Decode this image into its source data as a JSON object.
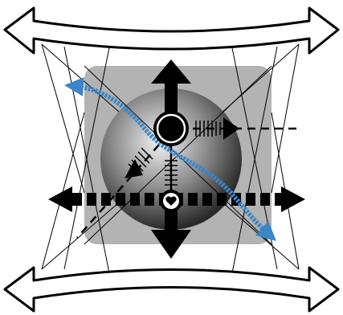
{
  "diagram": {
    "colors": {
      "background": "#ffffff",
      "square_fill": "#b3b3b3",
      "sphere_center": "#f2f2f2",
      "sphere_mid": "#8a8a8a",
      "sphere_edge": "#2a2a2a",
      "ink": "#000000",
      "curve_blue": "#3a86c8"
    },
    "elements": [
      "top-double-arrow-icon",
      "bottom-double-arrow-icon",
      "gray-square",
      "shaded-sphere",
      "vertical-double-arrow-icon",
      "horizontal-dashed-arrow-icon",
      "blue-wavy-curve",
      "joint-circle-icon",
      "heart-circle-icon"
    ]
  }
}
